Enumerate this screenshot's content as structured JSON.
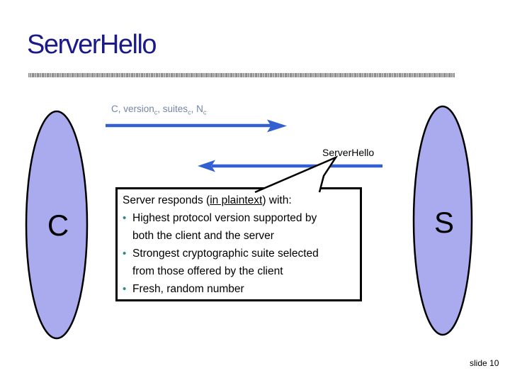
{
  "slide": {
    "title": "ServerHello",
    "slide_number": "slide 10"
  },
  "actors": {
    "client_label": "C",
    "server_label": "S"
  },
  "messages": {
    "client_hello": {
      "parts": [
        "C, version",
        "c",
        ", suites",
        "c",
        ", N",
        "c"
      ],
      "direction": "client-to-server"
    },
    "server_hello": {
      "label": "ServerHello",
      "direction": "server-to-client"
    }
  },
  "callout": {
    "line1_pre": "Server responds (",
    "line1_underline": "in plaintext",
    "line1_post": ") with:",
    "bullets": [
      {
        "line1": "Highest protocol version supported by",
        "line2": "both the client and the server"
      },
      {
        "line1": "Strongest cryptographic suite selected",
        "line2": "from those offered by the client"
      },
      {
        "line1": "Fresh, random number",
        "line2": ""
      }
    ]
  },
  "colors": {
    "title": "#1a1a8a",
    "arrow": "#3360d0",
    "message_label": "#7384a8",
    "ellipse_fill": "#aaaaee",
    "ellipse_stroke": "#000000",
    "bullet": "#2e8888"
  }
}
